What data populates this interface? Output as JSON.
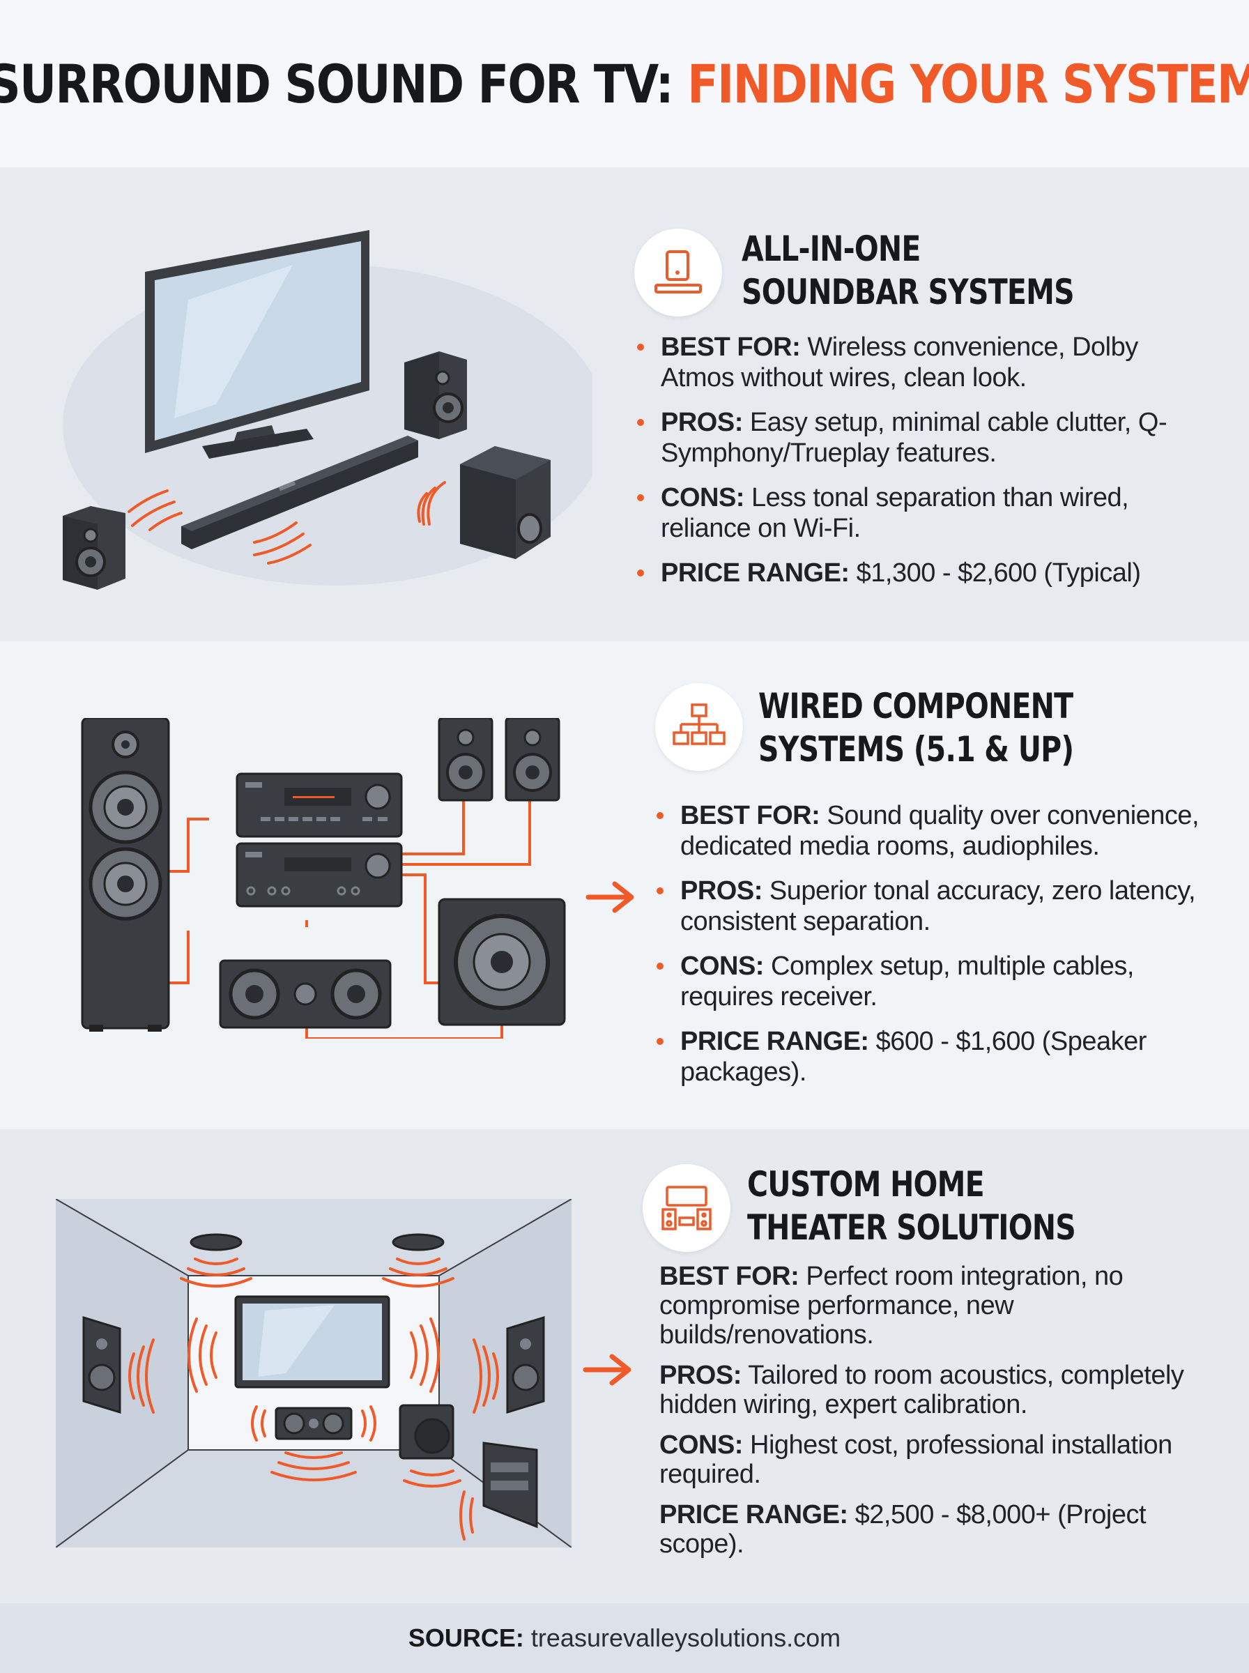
{
  "header": {
    "title_main": "SURROUND SOUND FOR TV:",
    "title_accent": "FINDING YOUR SYSTEM"
  },
  "colors": {
    "accent": "#f05a28",
    "dark_device": "#3a3d42",
    "speaker_cone": "#7c8088"
  },
  "sections": [
    {
      "icon": "soundbar-icon",
      "title_line1": "ALL-IN-ONE",
      "title_line2": "SOUNDBAR SYSTEMS",
      "bullets": [
        {
          "label": "BEST FOR:",
          "text": "Wireless convenience, Dolby Atmos without wires, clean look."
        },
        {
          "label": "PROS:",
          "text": "Easy setup, minimal cable clutter, Q-Symphony/Trueplay features."
        },
        {
          "label": "CONS:",
          "text": "Less tonal separation than wired, reliance on Wi-Fi."
        },
        {
          "label": "PRICE RANGE:",
          "text": "$1,300 - $2,600 (Typical)"
        }
      ]
    },
    {
      "icon": "network-diagram-icon",
      "title_line1": "WIRED COMPONENT",
      "title_line2": "SYSTEMS (5.1 & UP)",
      "bullets": [
        {
          "label": "BEST FOR:",
          "text": "Sound quality over convenience, dedicated media rooms, audiophiles."
        },
        {
          "label": "PROS:",
          "text": "Superior tonal accuracy, zero latency, consistent separation."
        },
        {
          "label": "CONS:",
          "text": "Complex setup, multiple cables, requires receiver."
        },
        {
          "label": "PRICE RANGE:",
          "text": "$600 - $1,600 (Speaker packages)."
        }
      ]
    },
    {
      "icon": "home-theater-icon",
      "title_line1": "CUSTOM HOME",
      "title_line2": "THEATER SOLUTIONS",
      "bullets": [
        {
          "label": "BEST FOR:",
          "text": "Perfect room integration, no compromise performance, new builds/renovations."
        },
        {
          "label": "PROS:",
          "text": "Tailored to room acoustics, completely hidden wiring, expert calibration."
        },
        {
          "label": "CONS:",
          "text": "Highest cost, professional installation required."
        },
        {
          "label": "PRICE RANGE:",
          "text": "$2,500 - $8,000+ (Project scope)."
        }
      ]
    }
  ],
  "footer": {
    "label": "SOURCE:",
    "text": "treasurevalleysolutions.com"
  }
}
